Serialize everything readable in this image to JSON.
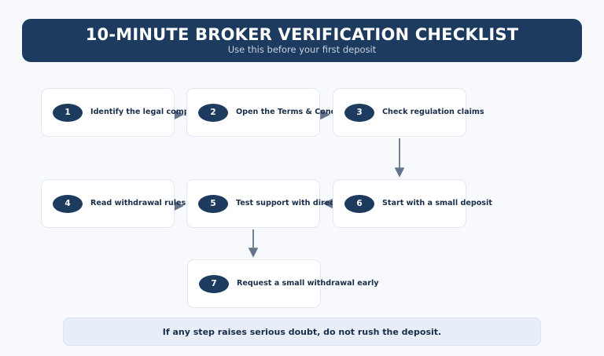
{
  "page": {
    "background_color": "#f7f9fc"
  },
  "header": {
    "title": "10-MINUTE BROKER VERIFICATION CHECKLIST",
    "subtitle": "Use this before your first deposit",
    "background_color": "#1d3a5f",
    "title_color": "#ffffff",
    "subtitle_color": "#c6d4e4"
  },
  "steps": [
    {
      "number": "1",
      "label": "Identify the legal company"
    },
    {
      "number": "2",
      "label": "Open the Terms & Conditions"
    },
    {
      "number": "3",
      "label": "Check regulation claims"
    },
    {
      "number": "4",
      "label": "Read withdrawal rules first"
    },
    {
      "number": "5",
      "label": "Test support with direct questions"
    },
    {
      "number": "6",
      "label": "Start with a small deposit"
    },
    {
      "number": "7",
      "label": "Request a small withdrawal early"
    }
  ],
  "connectors": [
    {
      "name": "arrow-step1-to-step2",
      "from": "1",
      "to": "2",
      "direction": "right"
    },
    {
      "name": "arrow-step2-to-step3",
      "from": "2",
      "to": "3",
      "direction": "right"
    },
    {
      "name": "arrow-step3-to-step6",
      "from": "3",
      "to": "6",
      "direction": "down"
    },
    {
      "name": "arrow-step6-to-step5",
      "from": "6",
      "to": "5",
      "direction": "left"
    },
    {
      "name": "arrow-step4-to-step5",
      "from": "4",
      "to": "5",
      "direction": "right"
    },
    {
      "name": "arrow-step5-to-step7",
      "from": "5",
      "to": "7",
      "direction": "down"
    }
  ],
  "footer": {
    "text": "If any step raises serious doubt, do not rush the deposit.",
    "background_color": "#e8eef8",
    "text_color": "#182d49"
  },
  "theme": {
    "badge_color": "#1d3a5f",
    "card_background": "#ffffff",
    "card_border": "#e4e9f1",
    "arrow_color": "#64748b",
    "label_color": "#182d49"
  }
}
